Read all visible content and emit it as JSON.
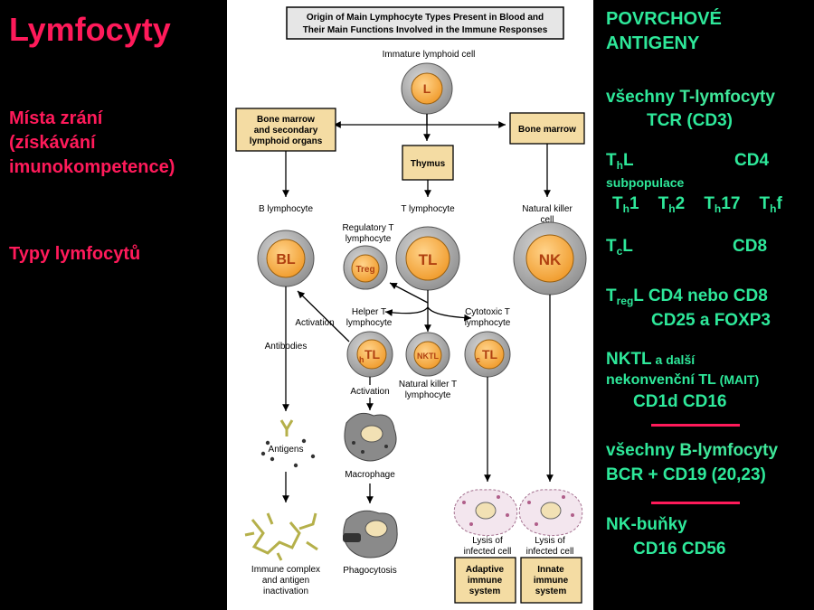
{
  "left": {
    "title": "Lymfocyty",
    "maturation_sites": [
      "Místa zrání",
      "(získávání",
      "imunokompetence)"
    ],
    "types": "Typy lymfocytů"
  },
  "figure": {
    "title_lines": [
      "Origin of Main Lymphocyte Types Present in Blood and",
      "Their Main Functions Involved in the Immune Responses"
    ],
    "immature": "Immature lymphoid cell",
    "L": "L",
    "bone_marrow_secondary": [
      "Bone marrow",
      "and secondary",
      "lymphoid organs"
    ],
    "thymus": "Thymus",
    "bone_marrow": "Bone marrow",
    "b_lymphocyte": "B lymphocyte",
    "t_lymphocyte": "T lymphocyte",
    "nk_cell": [
      "Natural killer",
      "cell"
    ],
    "regulatory": [
      "Regulatory T",
      "lymphocyte"
    ],
    "BL": "BL",
    "TL": "TL",
    "NK": "NK",
    "Treg": "Treg",
    "activation1": "Activation",
    "helper": [
      "Helper T",
      "lymphocyte"
    ],
    "cytotoxic": [
      "Cytotoxic T",
      "lymphocyte"
    ],
    "hTL_h": "h",
    "hTL": "TL",
    "NKTL": "NKTL",
    "cTL_c": "c",
    "cTL": "TL",
    "antibodies": "Antibodies",
    "activation2": "Activation",
    "nkt_label": [
      "Natural killer T",
      "lymphocyte"
    ],
    "antigens": "Antigens",
    "macrophage": "Macrophage",
    "immune_complex": [
      "Immune complex",
      "and antigen",
      "inactivation"
    ],
    "phagocytosis": "Phagocytosis",
    "lysis1": [
      "Lysis of",
      "infected cell"
    ],
    "lysis2": [
      "Lysis of",
      "infected cell"
    ],
    "adaptive": [
      "Adaptive",
      "immune",
      "system"
    ],
    "innate": [
      "Innate",
      "immune",
      "system"
    ]
  },
  "right": {
    "heading": [
      "POVRCHOVÉ",
      "ANTIGENY"
    ],
    "t_all_prefix": "všechny ",
    "t_all_hl": "T-lymfocyty",
    "tcr": "TCR (CD3)",
    "th_T": "T",
    "th_sub": "h",
    "th_L": "L",
    "th_cd": "CD4",
    "subpop": "subpopulace",
    "th_types": [
      "1",
      "2",
      "17",
      "f"
    ],
    "tc_T": "T",
    "tc_sub": "c",
    "tc_L": "L",
    "tc_cd": "CD8",
    "treg_T": "T",
    "treg_sub": "reg",
    "treg_rest": "L CD4 nebo CD8",
    "treg_line2": "CD25 a FOXP3",
    "nktl": "NKTL",
    "nktl_small": " a další",
    "nonconv": "nekonvenční TL",
    "mait": " (MAIT)",
    "nktl_cd": "CD1d   CD16",
    "b_all_prefix": "všechny ",
    "b_all_hl": "B-lymfocyty",
    "bcr": "BCR + CD19 (20,23)",
    "nk_head": "NK-buňky",
    "nk_cd": "CD16      CD56"
  },
  "colors": {
    "pink": "#ff1a5a",
    "green": "#2ee89a",
    "box": "#f4dca3",
    "cell_outer": "#b9b9b9",
    "cell_inner": "#f7b24a"
  }
}
